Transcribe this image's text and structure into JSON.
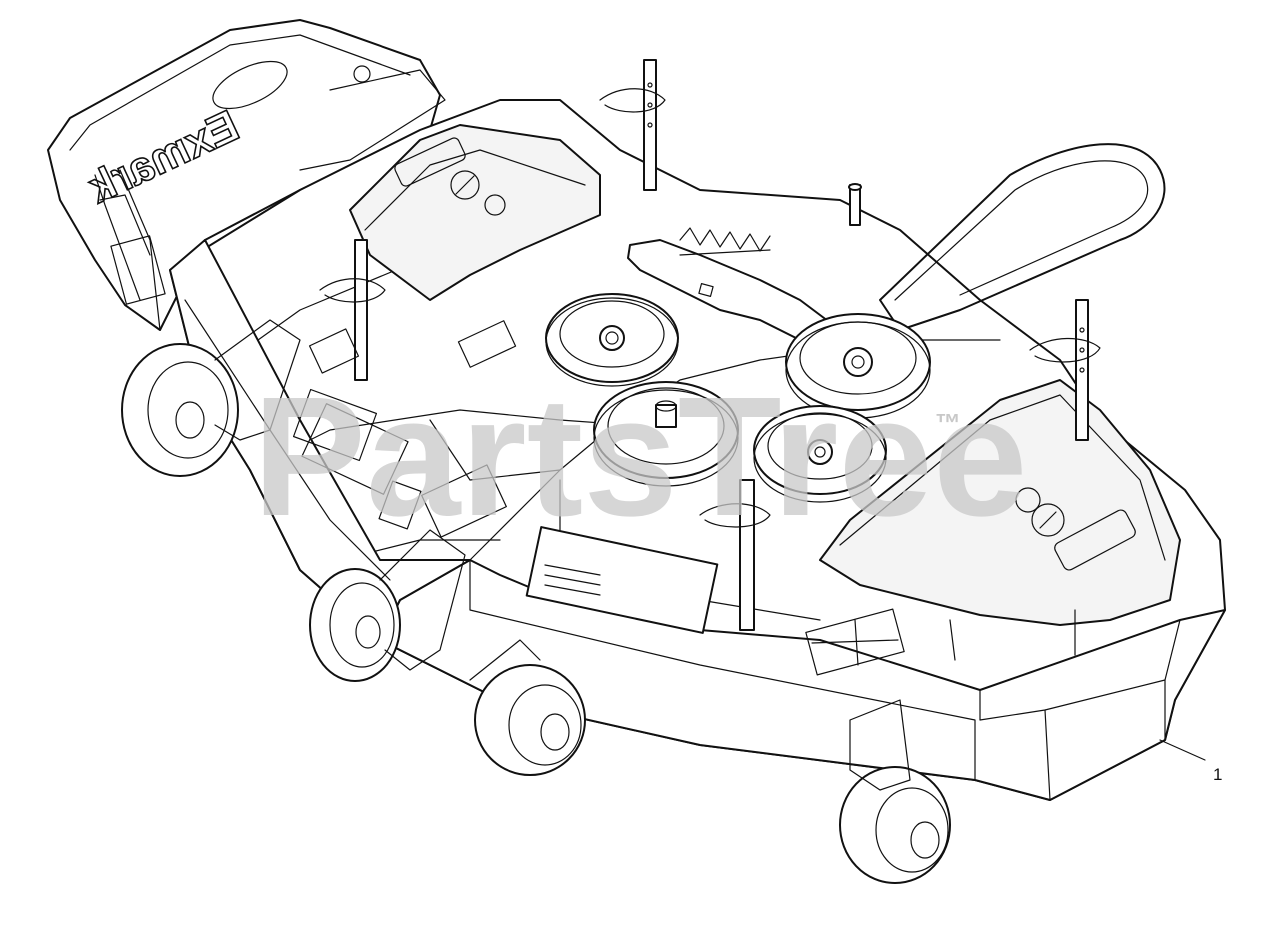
{
  "watermark": {
    "brand": "PartsTree",
    "trademark": "™",
    "color": "#c8c8c8"
  },
  "deck_brand": "Exmark",
  "callouts": [
    {
      "number": "1"
    }
  ],
  "colors": {
    "line": "#111111",
    "background": "#ffffff"
  }
}
